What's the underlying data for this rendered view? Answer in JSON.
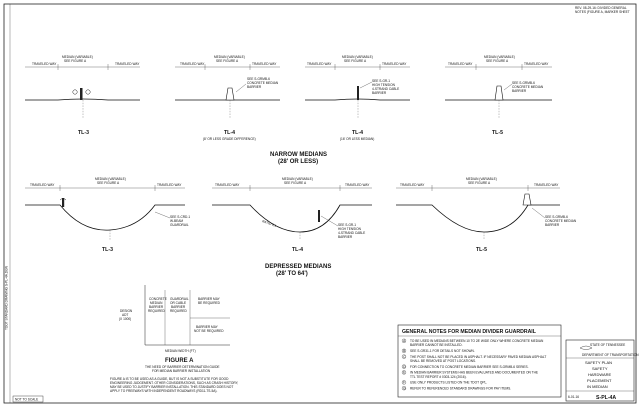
{
  "header": {
    "rev1": "REV. 08-29-16: DIVIDED GENERAL",
    "rev2": "NOTES (FIGURE A, MARKER SHEET"
  },
  "labels": {
    "traveled_way": "TRAVELED WAY",
    "median_variable": "MEDIAN (VARIABLE)",
    "see_figure_a": "SEE FIGURE A",
    "see_figure": "SEE FIGURE A"
  },
  "narrow": {
    "title": "NARROW MEDIANS",
    "subtitle": "(28' OR LESS)",
    "panels": [
      {
        "tl": "TL-3",
        "note": ""
      },
      {
        "tl": "TL-4",
        "note": "(8' OR LESS GRADE DIFFERENCE)",
        "callout1": "SEE S-GRMB-6",
        "callout2": "CONCRETE MEDIAN",
        "callout3": "BARRIER"
      },
      {
        "tl": "TL-4",
        "note": "(16' OR LESS MEDIAN)",
        "callout1": "SEE S-GR-1",
        "callout2": "HIGH TENSION",
        "callout3": "4-STRAND CABLE",
        "callout4": "BARRIER"
      },
      {
        "tl": "TL-5",
        "note": "",
        "callout1": "SEE S-GRMB-6",
        "callout2": "CONCRETE MEDIAN",
        "callout3": "BARRIER"
      }
    ]
  },
  "depressed": {
    "title": "DEPRESSED MEDIANS",
    "subtitle": "(28' TO 64')",
    "panels": [
      {
        "tl": "TL-3",
        "callout1": "SEE S-CRD-1",
        "callout2": "W-BEAM",
        "callout3": "GUARDRAIL"
      },
      {
        "tl": "TL-4",
        "ratio": "RATIO 6:1",
        "callout1": "SEE S-GR-1",
        "callout2": "HIGH TENSION",
        "callout3": "4-STRAND CABLE",
        "callout4": "BARRIER"
      },
      {
        "tl": "TL-5",
        "callout1": "SEE S-GRMB-6",
        "callout2": "CONCRETE MEDIAN",
        "callout3": "BARRIER"
      }
    ]
  },
  "figure_a": {
    "title": "FIGURE A",
    "sub1": "THE NEED OF BARRIER DETERMINATION GUIDE",
    "sub2": "FOR MEDIAN BARRIER INSTALLATION",
    "y_label1": "DESIGN",
    "y_label2": "ADT",
    "y_label3": "(X 1000)",
    "x_label": "MEDIAN WIDTH (FT)",
    "region1": [
      "CONCRETE",
      "MEDIAN",
      "BARRIER",
      "REQUIRED"
    ],
    "region2": [
      "GUARDRAIL",
      "OR CABLE",
      "BARRIER",
      "REQUIRED"
    ],
    "region3": [
      "BARRIER MAY",
      "BE REQUIRED"
    ],
    "region4": [
      "BARRIER MAY",
      "NOT BE REQUIRED"
    ],
    "notes": [
      "FIGURE A IS TO BE USED AS A GUIDE, BUT IS NOT A SUBSTITUTE FOR GOOD",
      "ENGINEERING JUDGEMENT. OTHER CONSIDERATIONS, SUCH AS CRASH HISTORY,",
      "MAY BE USED TO JUSTIFY BARRIER INSTALLATION. THIS STANDARD DOES NOT",
      "APPLY TO FREEWAYS WITH INDEPENDENT ROADWAYS (RD11-TS-5A)."
    ]
  },
  "general_notes": {
    "title": "GENERAL NOTES FOR MEDIAN DIVIDER GUARDRAIL",
    "items": [
      {
        "num": "A",
        "text": "TO BE USED IN MEDIANS BETWEEN 10 TO 28' WIDE ONLY WHERE CONCRETE MEDIAN"
      },
      {
        "num": "",
        "text": "BARRIER CANNOT BE INSTALLED."
      },
      {
        "num": "B",
        "text": "SEE S-GR31-1 FOR DETAILS NOT SHOWN."
      },
      {
        "num": "C",
        "text": "THE POST SHALL NOT BE PLACED IN ASPHALT. IF NECESSARY PAVED MEDIAN ASPHALT"
      },
      {
        "num": "",
        "text": "SHALL BE REMOVED AT POST LOCATIONS."
      },
      {
        "num": "D",
        "text": "FOR CONNECTION TO CONCRETE MEDIAN BARRIER SEE S-GRMB-6 SERIES."
      },
      {
        "num": "E",
        "text": "IN MEDIAN BARRIER SYSTEMS HAS BEEN EVALUATED AND DOCUMENTED ON THE"
      },
      {
        "num": "",
        "text": "TTL TEST REPORT # 0303-124 (2016)."
      },
      {
        "num": "F",
        "text": "USE ONLY PRODUCTS LISTED ON THE TDOT QPL."
      },
      {
        "num": "G",
        "text": "REFER TO REFERENCED STANDARD DRAWINGS FOR PAY ITEMS."
      }
    ]
  },
  "title_block": {
    "state": "STATE OF TENNESSEE",
    "agency": "DEPARTMENT OF TRANSPORTATION",
    "line1": "SAFETY PLAN",
    "line2": "SAFETY",
    "line3": "HARDWARE",
    "line4": "PLACEMENT",
    "line5": "IN MEDIAN",
    "date": "6-01-16",
    "sheet": "S-PL-4A",
    "not_to_scale": "NOT TO SCALE",
    "side_text": "TDOT STANDARD DRAWING S-PL-4A.DGN"
  }
}
